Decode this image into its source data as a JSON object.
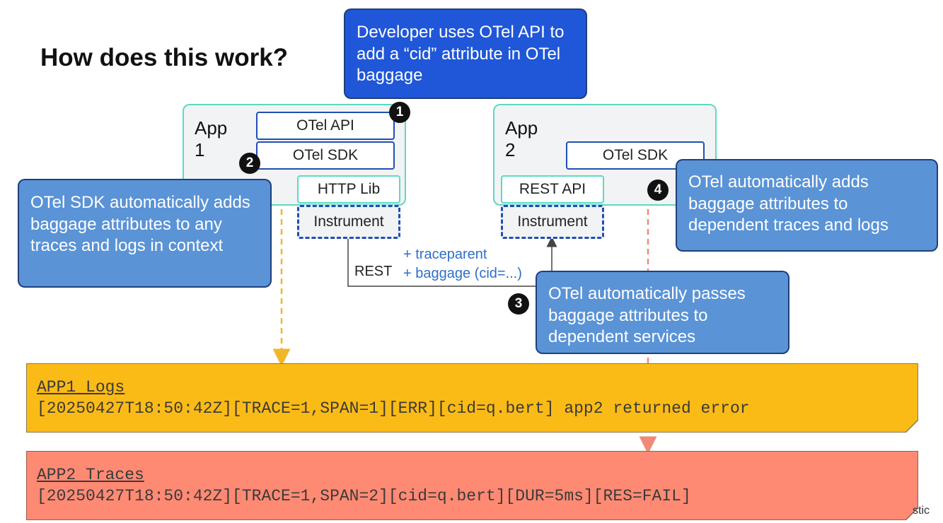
{
  "title": "How does this work?",
  "callouts": {
    "top": "Developer uses OTel API to add a “cid” attribute in OTel baggage",
    "left": "OTel SDK automatically adds baggage attributes to any traces and logs in context",
    "right": "OTel automatically adds baggage attributes to dependent traces and logs",
    "middle": "OTel automatically passes baggage attributes to dependent services"
  },
  "app1": {
    "label": "App 1",
    "otel_api": "OTel API",
    "otel_sdk": "OTel SDK",
    "http_lib": "HTTP Lib",
    "instrument": "Instrument"
  },
  "app2": {
    "label": "App 2",
    "otel_sdk": "OTel SDK",
    "rest_api": "REST API",
    "instrument": "Instrument"
  },
  "badges": [
    "1",
    "2",
    "3",
    "4"
  ],
  "connection": {
    "protocol": "REST",
    "header1": "+ traceparent",
    "header2": "+ baggage (cid=...)"
  },
  "logs": {
    "app1_title": "APP1 Logs",
    "app1_line": "[20250427T18:50:42Z][TRACE=1,SPAN=1][ERR][cid=q.bert] app2 returned error",
    "app2_title": "APP2 Traces",
    "app2_line": "[20250427T18:50:42Z][TRACE=1,SPAN=2][cid=q.bert][DUR=5ms][RES=FAIL]"
  },
  "footer": "stic",
  "colors": {
    "callout_dark": "#1f57d8",
    "callout_light": "#5a93d6",
    "teal": "#5fd8c4",
    "otel_blue": "#1f4fb5",
    "log_yellow": "#fbbb17",
    "log_salmon": "#ff8a73",
    "arrow_yellow": "#f0b72a",
    "arrow_salmon": "#f08a76"
  }
}
